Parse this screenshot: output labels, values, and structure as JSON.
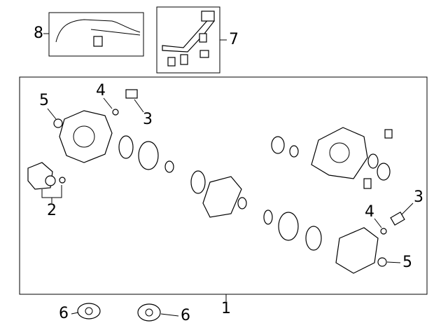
{
  "callouts": {
    "assembly": "1",
    "mount_bracket": "2",
    "sensor_left": "3",
    "sensor_right": "3",
    "washer_left": "4",
    "washer_right": "4",
    "seal_left": "5",
    "seal_right": "5",
    "bushing_left": "6",
    "bushing_right": "6",
    "vent_tube_bracket": "7",
    "vent_hose": "8"
  },
  "colors": {
    "line": "#000000",
    "background": "#ffffff"
  }
}
